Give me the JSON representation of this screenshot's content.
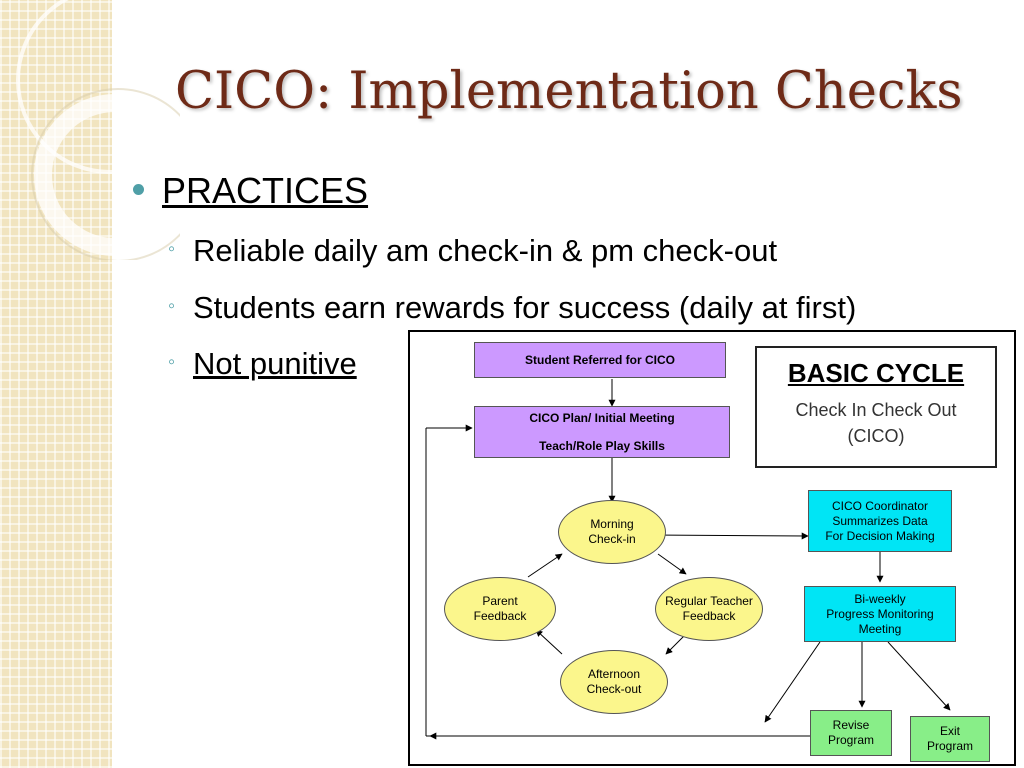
{
  "title": "CICO: Implementation Checks",
  "practices": {
    "heading": "PRACTICES",
    "items": [
      "Reliable daily am check-in & pm check-out",
      "Students earn rewards for success (daily at first)",
      "Not punitive"
    ]
  },
  "diagram": {
    "referred": "Student Referred for CICO",
    "plan_line1": "CICO Plan/ Initial Meeting",
    "plan_line2": "Teach/Role Play Skills",
    "morning_line1": "Morning",
    "morning_line2": "Check-in",
    "teacher_line1": "Regular Teacher",
    "teacher_line2": "Feedback",
    "afternoon_line1": "Afternoon",
    "afternoon_line2": "Check-out",
    "parent_line1": "Parent",
    "parent_line2": "Feedback",
    "coordinator_line1": "CICO Coordinator",
    "coordinator_line2": "Summarizes Data",
    "coordinator_line3": "For Decision Making",
    "biweekly_line1": "Bi-weekly",
    "biweekly_line2": "Progress Monitoring",
    "biweekly_line3": "Meeting",
    "revise_line1": "Revise",
    "revise_line2": "Program",
    "exit_line1": "Exit",
    "exit_line2": "Program",
    "basic_title": "BASIC CYCLE",
    "basic_sub1": "Check In Check Out",
    "basic_sub2": "(CICO)"
  },
  "colors": {
    "title": "#6e2a17",
    "bullet": "#4f9fa7",
    "purple_box": "#cc99ff",
    "cyan_box": "#00e5f5",
    "green_box": "#88ee88",
    "oval": "#fbf68c"
  }
}
